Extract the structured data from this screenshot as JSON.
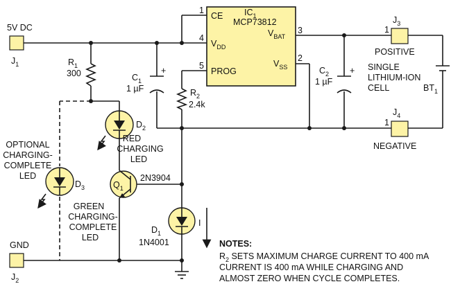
{
  "connectors": {
    "j1": {
      "label": "5V DC",
      "ref": "J",
      "sub": "1"
    },
    "j2": {
      "label": "GND",
      "ref": "J",
      "sub": "2"
    },
    "j3": {
      "pin": "1",
      "ref": "J",
      "sub": "3",
      "label": "POSITIVE"
    },
    "j4": {
      "pin": "1",
      "ref": "J",
      "sub": "4",
      "label": "NEGATIVE"
    }
  },
  "ic": {
    "ref": "IC",
    "sub": "1",
    "part": "MCP73812",
    "pins": {
      "ce": {
        "num": "1",
        "name": "CE"
      },
      "vdd": {
        "num": "4",
        "name": "V",
        "sub": "DD"
      },
      "prog": {
        "num": "5",
        "name": "PROG"
      },
      "vbat": {
        "num": "3",
        "name": "V",
        "sub": "BAT"
      },
      "vss": {
        "num": "2",
        "name": "V",
        "sub": "SS"
      }
    }
  },
  "components": {
    "r1": {
      "ref": "R",
      "sub": "1",
      "value": "300"
    },
    "r2": {
      "ref": "R",
      "sub": "2",
      "value": "2.4k"
    },
    "c1": {
      "ref": "C",
      "sub": "1",
      "value": "1 µF",
      "polarity": "+"
    },
    "c2": {
      "ref": "C",
      "sub": "2",
      "value": "1 µF",
      "polarity": "+"
    },
    "d1": {
      "ref": "D",
      "sub": "1",
      "part": "1N4001"
    },
    "d2": {
      "ref": "D",
      "sub": "2",
      "line1": "RED",
      "line2": "CHARGING",
      "line3": "LED"
    },
    "d3": {
      "ref": "D",
      "sub": "3",
      "line1": "OPTIONAL",
      "line2": "CHARGING-",
      "line3": "COMPLETE",
      "line4": "LED"
    },
    "q1": {
      "ref": "Q",
      "sub": "1",
      "part": "2N3904",
      "line1": "GREEN",
      "line2": "CHARGING-",
      "line3": "COMPLETE",
      "line4": "LED"
    },
    "bt1": {
      "ref": "BT",
      "sub": "1",
      "line1": "SINGLE",
      "line2": "LITHIUM-ION",
      "line3": "CELL"
    }
  },
  "current_label": "I",
  "notes": {
    "title": "NOTES:",
    "line1_ref": "R",
    "line1_sub": "2",
    "line1_text": " SETS MAXIMUM CHARGE CURRENT TO 400 mA",
    "line2": "CURRENT IS 400 mA WHILE CHARGING AND",
    "line3": "ALMOST ZERO WHEN CYCLE COMPLETES."
  }
}
